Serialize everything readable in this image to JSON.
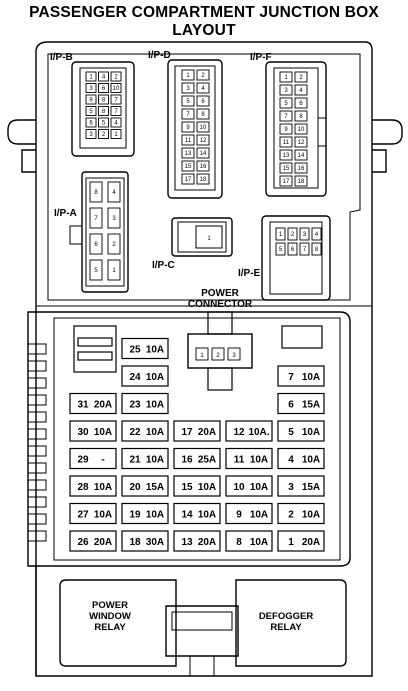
{
  "title_line1": "PASSENGER COMPARTMENT JUNCTION BOX",
  "title_line2": "LAYOUT",
  "connectors": {
    "ip_b": "I/P-B",
    "ip_d": "I/P-D",
    "ip_f": "I/P-F",
    "ip_a": "I/P-A",
    "ip_c": "I/P-C",
    "ip_e": "I/P-E"
  },
  "power_connector": [
    "POWER",
    "CONNECTOR"
  ],
  "power_connector_pins": [
    "1",
    "2",
    "3"
  ],
  "ipc_pin": "1",
  "relays": {
    "power_window": [
      "POWER",
      "WINDOW",
      "RELAY"
    ],
    "defogger": [
      "DEFOGGER",
      "RELAY"
    ]
  },
  "pins": {
    "ip_b": [
      "1",
      "4",
      "2",
      "3",
      "6",
      "10",
      "9",
      "8",
      "7",
      "5",
      "8",
      "7",
      "6",
      "5",
      "4",
      "3",
      "2",
      "1"
    ],
    "ip_d": [
      "1",
      "2",
      "3",
      "4",
      "5",
      "6",
      "7",
      "8",
      "9",
      "10",
      "11",
      "12",
      "13",
      "14",
      "15",
      "16",
      "17",
      "18"
    ],
    "ip_f": [
      "1",
      "2",
      "3",
      "4",
      "5",
      "6",
      "7",
      "8",
      "9",
      "10",
      "11",
      "12",
      "13",
      "14",
      "15",
      "16",
      "17",
      "18"
    ],
    "ip_a": [
      "8",
      "4",
      "7",
      "3",
      "6",
      "2",
      "5",
      "1"
    ],
    "ip_e": [
      "1",
      "2",
      "3",
      "4",
      "5",
      "6",
      "7",
      "8"
    ]
  },
  "fuses": {
    "col1": [
      {
        "num": "31",
        "amp": "20A"
      },
      {
        "num": "30",
        "amp": "10A"
      },
      {
        "num": "29",
        "amp": "-"
      },
      {
        "num": "28",
        "amp": "10A"
      },
      {
        "num": "27",
        "amp": "10A"
      },
      {
        "num": "26",
        "amp": "20A"
      }
    ],
    "col2": [
      {
        "num": "25",
        "amp": "10A"
      },
      {
        "num": "24",
        "amp": "10A"
      },
      {
        "num": "23",
        "amp": "10A"
      },
      {
        "num": "22",
        "amp": "10A"
      },
      {
        "num": "21",
        "amp": "10A"
      },
      {
        "num": "20",
        "amp": "15A"
      },
      {
        "num": "19",
        "amp": "10A"
      },
      {
        "num": "18",
        "amp": "30A"
      }
    ],
    "col3": [
      {
        "num": "17",
        "amp": "20A"
      },
      {
        "num": "16",
        "amp": "25A"
      },
      {
        "num": "15",
        "amp": "10A"
      },
      {
        "num": "14",
        "amp": "10A"
      },
      {
        "num": "13",
        "amp": "20A"
      }
    ],
    "col4": [
      {
        "num": "12",
        "amp": "10A."
      },
      {
        "num": "11",
        "amp": "10A"
      },
      {
        "num": "10",
        "amp": "10A"
      },
      {
        "num": "9",
        "amp": "10A"
      },
      {
        "num": "8",
        "amp": "10A"
      }
    ],
    "col5": [
      {
        "num": "7",
        "amp": "10A"
      },
      {
        "num": "6",
        "amp": "15A"
      },
      {
        "num": "5",
        "amp": "10A"
      },
      {
        "num": "4",
        "amp": "10A"
      },
      {
        "num": "3",
        "amp": "15A"
      },
      {
        "num": "2",
        "amp": "10A"
      },
      {
        "num": "1",
        "amp": "20A"
      }
    ]
  }
}
